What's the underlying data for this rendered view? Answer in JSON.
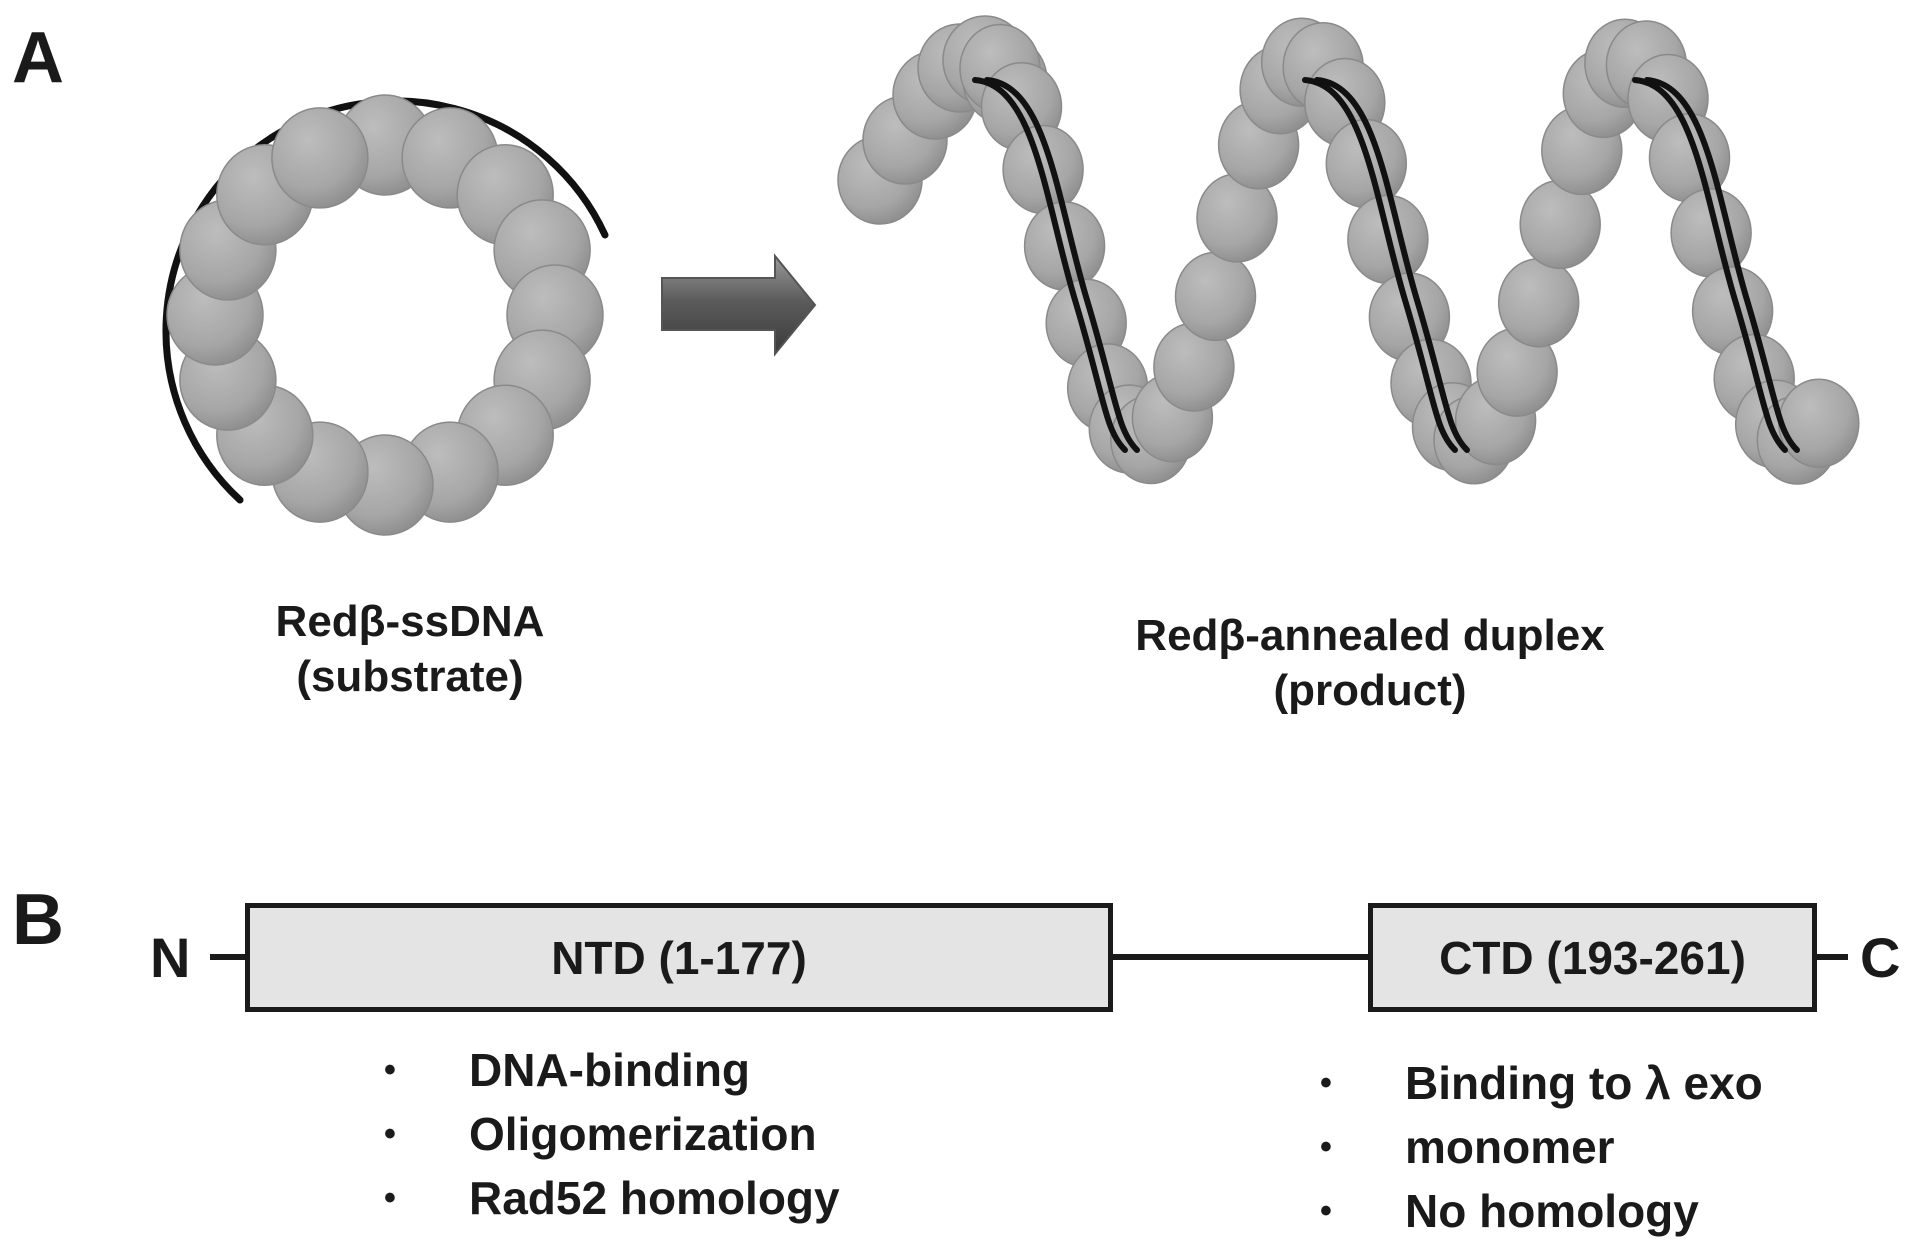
{
  "panels": {
    "a": {
      "letter": "A",
      "substrate_caption": [
        "Redβ-ssDNA",
        "(substrate)"
      ],
      "product_caption": [
        "Redβ-annealed duplex",
        "(product)"
      ],
      "bead_color": "#a8a8a8",
      "strand_color": "#111111"
    },
    "b": {
      "letter": "B",
      "n_terminus": "N",
      "c_terminus": "C",
      "ntd_label": "NTD (1-177)",
      "ctd_label": "CTD (193-261)",
      "box_fill": "#e4e4e4",
      "ntd_features": [
        "DNA-binding",
        "Oligomerization",
        "Rad52 homology"
      ],
      "ctd_features": [
        "Binding to λ exo",
        "monomer",
        "No homology"
      ]
    }
  }
}
